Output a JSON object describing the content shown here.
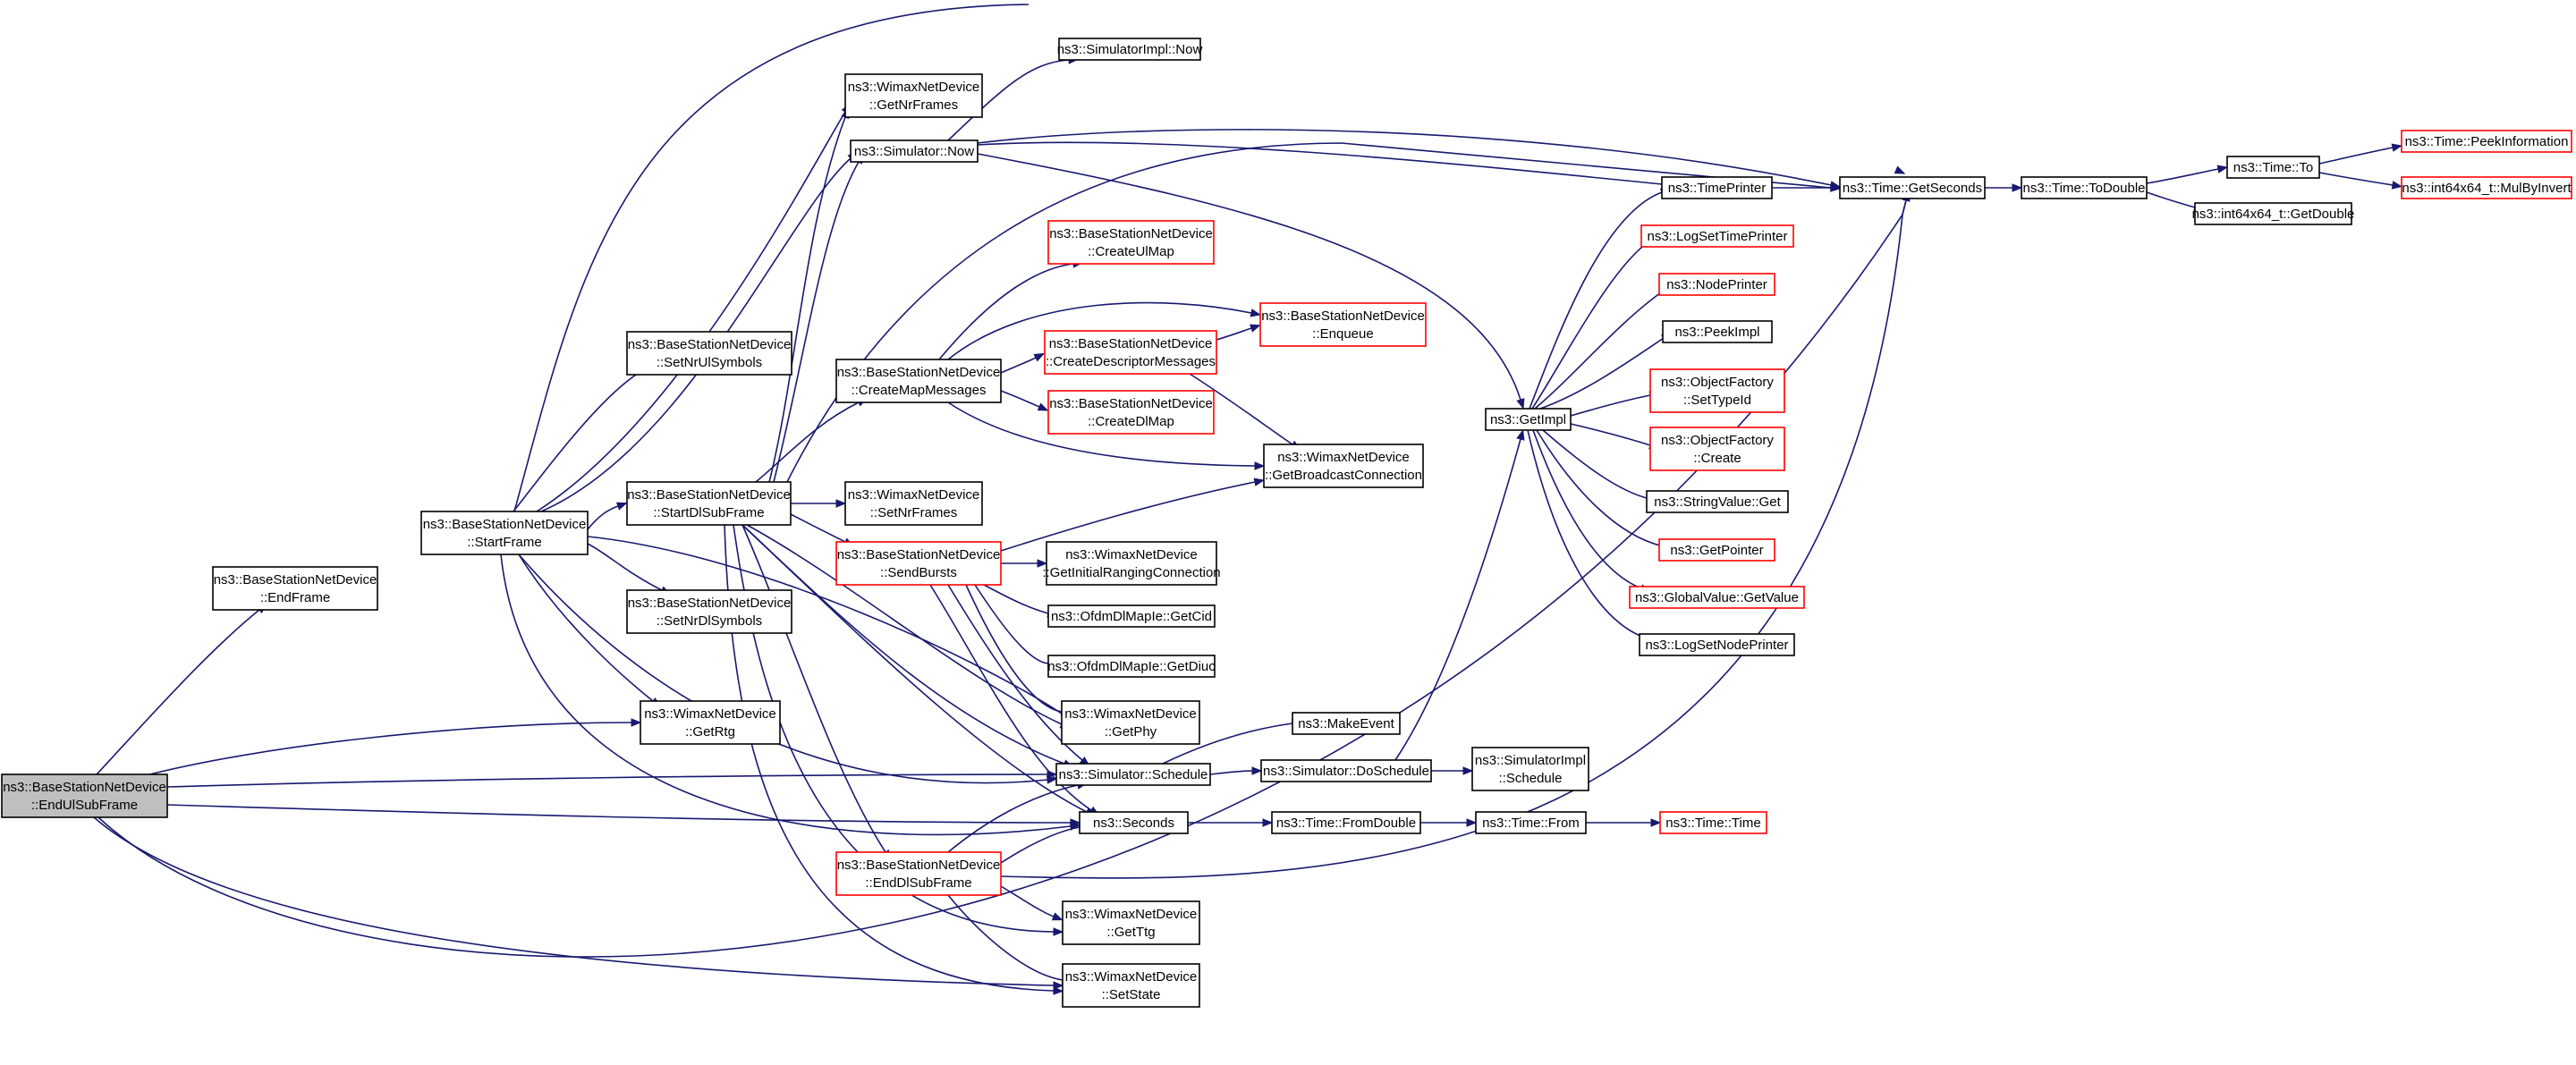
{
  "diagram": {
    "colors": {
      "edge": "#191970",
      "border": "#000000",
      "border_truncated": "#ff0000",
      "focus_fill": "#bfbfbf",
      "background": "#ffffff"
    },
    "nodes": [
      {
        "id": "endul",
        "lines": [
          "ns3::BaseStationNetDevice",
          "::EndUlSubFrame"
        ],
        "style": "focus"
      },
      {
        "id": "endframe",
        "lines": [
          "ns3::BaseStationNetDevice",
          "::EndFrame"
        ],
        "style": "normal"
      },
      {
        "id": "startframe",
        "lines": [
          "ns3::BaseStationNetDevice",
          "::StartFrame"
        ],
        "style": "normal"
      },
      {
        "id": "setnrul",
        "lines": [
          "ns3::BaseStationNetDevice",
          "::SetNrUlSymbols"
        ],
        "style": "normal"
      },
      {
        "id": "startdl",
        "lines": [
          "ns3::BaseStationNetDevice",
          "::StartDlSubFrame"
        ],
        "style": "normal"
      },
      {
        "id": "setnrdl",
        "lines": [
          "ns3::BaseStationNetDevice",
          "::SetNrDlSymbols"
        ],
        "style": "normal"
      },
      {
        "id": "getrtg",
        "lines": [
          "ns3::WimaxNetDevice",
          "::GetRtg"
        ],
        "style": "normal"
      },
      {
        "id": "getnrframes",
        "lines": [
          "ns3::WimaxNetDevice",
          "::GetNrFrames"
        ],
        "style": "normal"
      },
      {
        "id": "simnow",
        "lines": [
          "ns3::Simulator::Now"
        ],
        "style": "normal"
      },
      {
        "id": "implnow",
        "lines": [
          "ns3::SimulatorImpl::Now"
        ],
        "style": "normal"
      },
      {
        "id": "createmap",
        "lines": [
          "ns3::BaseStationNetDevice",
          "::CreateMapMessages"
        ],
        "style": "normal"
      },
      {
        "id": "setnrframes",
        "lines": [
          "ns3::WimaxNetDevice",
          "::SetNrFrames"
        ],
        "style": "normal"
      },
      {
        "id": "sendbursts",
        "lines": [
          "ns3::BaseStationNetDevice",
          "::SendBursts"
        ],
        "style": "truncated"
      },
      {
        "id": "enddl",
        "lines": [
          "ns3::BaseStationNetDevice",
          "::EndDlSubFrame"
        ],
        "style": "truncated"
      },
      {
        "id": "createulmap",
        "lines": [
          "ns3::BaseStationNetDevice",
          "::CreateUlMap"
        ],
        "style": "truncated"
      },
      {
        "id": "createdesc",
        "lines": [
          "ns3::BaseStationNetDevice",
          "::CreateDescriptorMessages"
        ],
        "style": "truncated"
      },
      {
        "id": "createdlmap",
        "lines": [
          "ns3::BaseStationNetDevice",
          "::CreateDlMap"
        ],
        "style": "truncated"
      },
      {
        "id": "getinitrng",
        "lines": [
          "ns3::WimaxNetDevice",
          "::GetInitialRangingConnection"
        ],
        "style": "normal"
      },
      {
        "id": "getcid",
        "lines": [
          "ns3::OfdmDlMapIe::GetCid"
        ],
        "style": "normal"
      },
      {
        "id": "getdiuc",
        "lines": [
          "ns3::OfdmDlMapIe::GetDiuc"
        ],
        "style": "normal"
      },
      {
        "id": "getphy",
        "lines": [
          "ns3::WimaxNetDevice",
          "::GetPhy"
        ],
        "style": "normal"
      },
      {
        "id": "schedule",
        "lines": [
          "ns3::Simulator::Schedule"
        ],
        "style": "normal"
      },
      {
        "id": "seconds",
        "lines": [
          "ns3::Seconds"
        ],
        "style": "normal"
      },
      {
        "id": "getttg",
        "lines": [
          "ns3::WimaxNetDevice",
          "::GetTtg"
        ],
        "style": "normal"
      },
      {
        "id": "setstate",
        "lines": [
          "ns3::WimaxNetDevice",
          "::SetState"
        ],
        "style": "normal"
      },
      {
        "id": "enqueue",
        "lines": [
          "ns3::BaseStationNetDevice",
          "::Enqueue"
        ],
        "style": "truncated"
      },
      {
        "id": "getbcast",
        "lines": [
          "ns3::WimaxNetDevice",
          "::GetBroadcastConnection"
        ],
        "style": "normal"
      },
      {
        "id": "makeevent",
        "lines": [
          "ns3::MakeEvent"
        ],
        "style": "normal"
      },
      {
        "id": "doschedule",
        "lines": [
          "ns3::Simulator::DoSchedule"
        ],
        "style": "normal"
      },
      {
        "id": "fromdouble",
        "lines": [
          "ns3::Time::FromDouble"
        ],
        "style": "normal"
      },
      {
        "id": "implschedule",
        "lines": [
          "ns3::SimulatorImpl",
          "::Schedule"
        ],
        "style": "normal"
      },
      {
        "id": "timefrom",
        "lines": [
          "ns3::Time::From"
        ],
        "style": "normal"
      },
      {
        "id": "timetime",
        "lines": [
          "ns3::Time::Time"
        ],
        "style": "truncated"
      },
      {
        "id": "getimpl",
        "lines": [
          "ns3::GetImpl"
        ],
        "style": "normal"
      },
      {
        "id": "timeprinter",
        "lines": [
          "ns3::TimePrinter"
        ],
        "style": "normal"
      },
      {
        "id": "logsettime",
        "lines": [
          "ns3::LogSetTimePrinter"
        ],
        "style": "truncated"
      },
      {
        "id": "nodeprinter",
        "lines": [
          "ns3::NodePrinter"
        ],
        "style": "truncated"
      },
      {
        "id": "peekimpl",
        "lines": [
          "ns3::PeekImpl"
        ],
        "style": "normal"
      },
      {
        "id": "settypeid",
        "lines": [
          "ns3::ObjectFactory",
          "::SetTypeId"
        ],
        "style": "truncated"
      },
      {
        "id": "ofcreate",
        "lines": [
          "ns3::ObjectFactory",
          "::Create"
        ],
        "style": "truncated"
      },
      {
        "id": "strget",
        "lines": [
          "ns3::StringValue::Get"
        ],
        "style": "normal"
      },
      {
        "id": "getpointer",
        "lines": [
          "ns3::GetPointer"
        ],
        "style": "truncated"
      },
      {
        "id": "gvgetvalue",
        "lines": [
          "ns3::GlobalValue::GetValue"
        ],
        "style": "truncated"
      },
      {
        "id": "logsetnode",
        "lines": [
          "ns3::LogSetNodePrinter"
        ],
        "style": "normal"
      },
      {
        "id": "getseconds",
        "lines": [
          "ns3::Time::GetSeconds"
        ],
        "style": "normal"
      },
      {
        "id": "todouble",
        "lines": [
          "ns3::Time::ToDouble"
        ],
        "style": "normal"
      },
      {
        "id": "timeto",
        "lines": [
          "ns3::Time::To"
        ],
        "style": "normal"
      },
      {
        "id": "i64getdouble",
        "lines": [
          "ns3::int64x64_t::GetDouble"
        ],
        "style": "normal"
      },
      {
        "id": "peekinfo",
        "lines": [
          "ns3::Time::PeekInformation"
        ],
        "style": "truncated"
      },
      {
        "id": "mulbyinvert",
        "lines": [
          "ns3::int64x64_t::MulByInvert"
        ],
        "style": "truncated"
      }
    ],
    "edges": [
      [
        "endul",
        "endframe"
      ],
      [
        "endul",
        "getrtg"
      ],
      [
        "endul",
        "schedule"
      ],
      [
        "endul",
        "seconds"
      ],
      [
        "endul",
        "setstate"
      ],
      [
        "endul",
        "getseconds"
      ],
      [
        "endframe",
        "startframe"
      ],
      [
        "startframe",
        "setnrul"
      ],
      [
        "startframe",
        "startdl"
      ],
      [
        "startframe",
        "setnrdl"
      ],
      [
        "startframe",
        "getrtg"
      ],
      [
        "startframe",
        "getnrframes"
      ],
      [
        "startframe",
        "simnow"
      ],
      [
        "startframe",
        "schedule"
      ],
      [
        "startframe",
        "seconds"
      ],
      [
        "startframe",
        "getphy"
      ],
      [
        "startframe",
        "getseconds"
      ],
      [
        "startdl",
        "getnrframes"
      ],
      [
        "startdl",
        "simnow"
      ],
      [
        "startdl",
        "createmap"
      ],
      [
        "startdl",
        "setnrframes"
      ],
      [
        "startdl",
        "sendbursts"
      ],
      [
        "startdl",
        "enddl"
      ],
      [
        "startdl",
        "schedule"
      ],
      [
        "startdl",
        "seconds"
      ],
      [
        "startdl",
        "getttg"
      ],
      [
        "startdl",
        "setstate"
      ],
      [
        "startdl",
        "getphy"
      ],
      [
        "startdl",
        "getseconds"
      ],
      [
        "simnow",
        "implnow"
      ],
      [
        "simnow",
        "getimpl"
      ],
      [
        "simnow",
        "getseconds"
      ],
      [
        "createmap",
        "createulmap"
      ],
      [
        "createmap",
        "createdesc"
      ],
      [
        "createmap",
        "createdlmap"
      ],
      [
        "createmap",
        "enqueue"
      ],
      [
        "createmap",
        "getbcast"
      ],
      [
        "createdesc",
        "enqueue"
      ],
      [
        "createdesc",
        "getbcast"
      ],
      [
        "sendbursts",
        "getbcast"
      ],
      [
        "sendbursts",
        "getinitrng"
      ],
      [
        "sendbursts",
        "getcid"
      ],
      [
        "sendbursts",
        "getdiuc"
      ],
      [
        "sendbursts",
        "getphy"
      ],
      [
        "sendbursts",
        "schedule"
      ],
      [
        "sendbursts",
        "seconds"
      ],
      [
        "enddl",
        "schedule"
      ],
      [
        "enddl",
        "seconds"
      ],
      [
        "enddl",
        "getttg"
      ],
      [
        "enddl",
        "setstate"
      ],
      [
        "enddl",
        "getseconds"
      ],
      [
        "schedule",
        "makeevent"
      ],
      [
        "schedule",
        "doschedule"
      ],
      [
        "doschedule",
        "implschedule"
      ],
      [
        "doschedule",
        "getimpl"
      ],
      [
        "seconds",
        "fromdouble"
      ],
      [
        "fromdouble",
        "timefrom"
      ],
      [
        "timefrom",
        "timetime"
      ],
      [
        "getimpl",
        "timeprinter"
      ],
      [
        "getimpl",
        "logsettime"
      ],
      [
        "getimpl",
        "nodeprinter"
      ],
      [
        "getimpl",
        "peekimpl"
      ],
      [
        "getimpl",
        "settypeid"
      ],
      [
        "getimpl",
        "ofcreate"
      ],
      [
        "getimpl",
        "strget"
      ],
      [
        "getimpl",
        "getpointer"
      ],
      [
        "getimpl",
        "gvgetvalue"
      ],
      [
        "getimpl",
        "logsetnode"
      ],
      [
        "timeprinter",
        "simnow"
      ],
      [
        "timeprinter",
        "getseconds"
      ],
      [
        "getseconds",
        "todouble"
      ],
      [
        "todouble",
        "timeto"
      ],
      [
        "todouble",
        "i64getdouble"
      ],
      [
        "timeto",
        "peekinfo"
      ],
      [
        "timeto",
        "mulbyinvert"
      ]
    ]
  }
}
